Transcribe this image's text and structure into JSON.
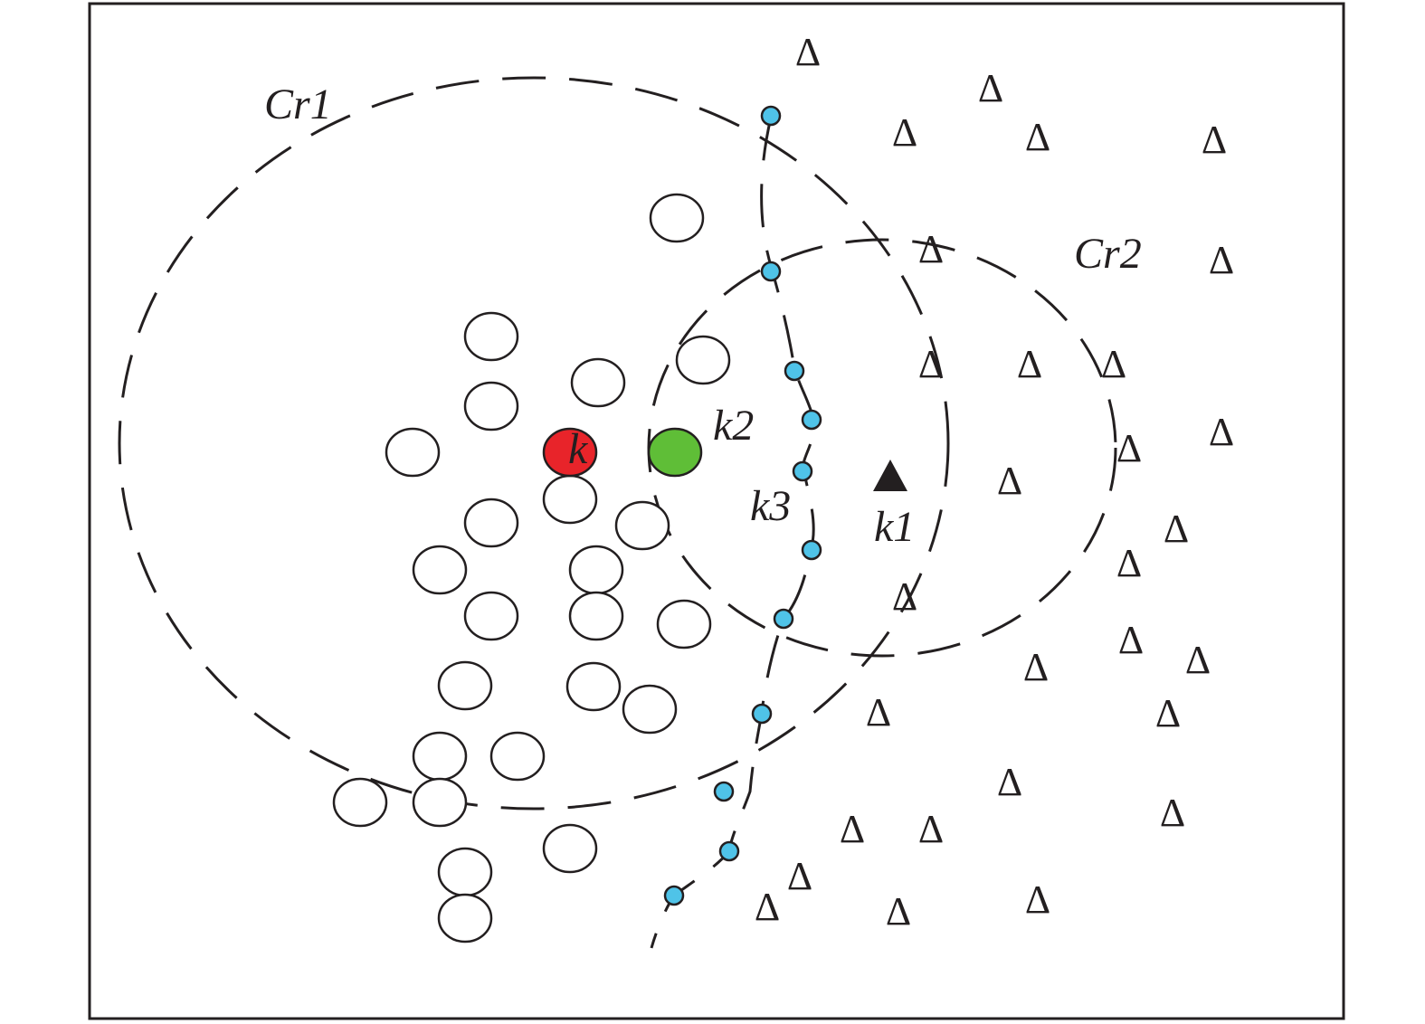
{
  "colors": {
    "ink": "#231f20",
    "query_point": "#e8242a",
    "neighbor_point": "#5fbe37",
    "boundary_point": "#4fc3e8",
    "background": "#ffffff"
  },
  "labels": {
    "cr1": "Cr1",
    "cr2": "Cr2",
    "k": "k",
    "k1": "k1",
    "k2": "k2",
    "k3": "k3"
  },
  "symbols": {
    "class_b": "Δ"
  }
}
